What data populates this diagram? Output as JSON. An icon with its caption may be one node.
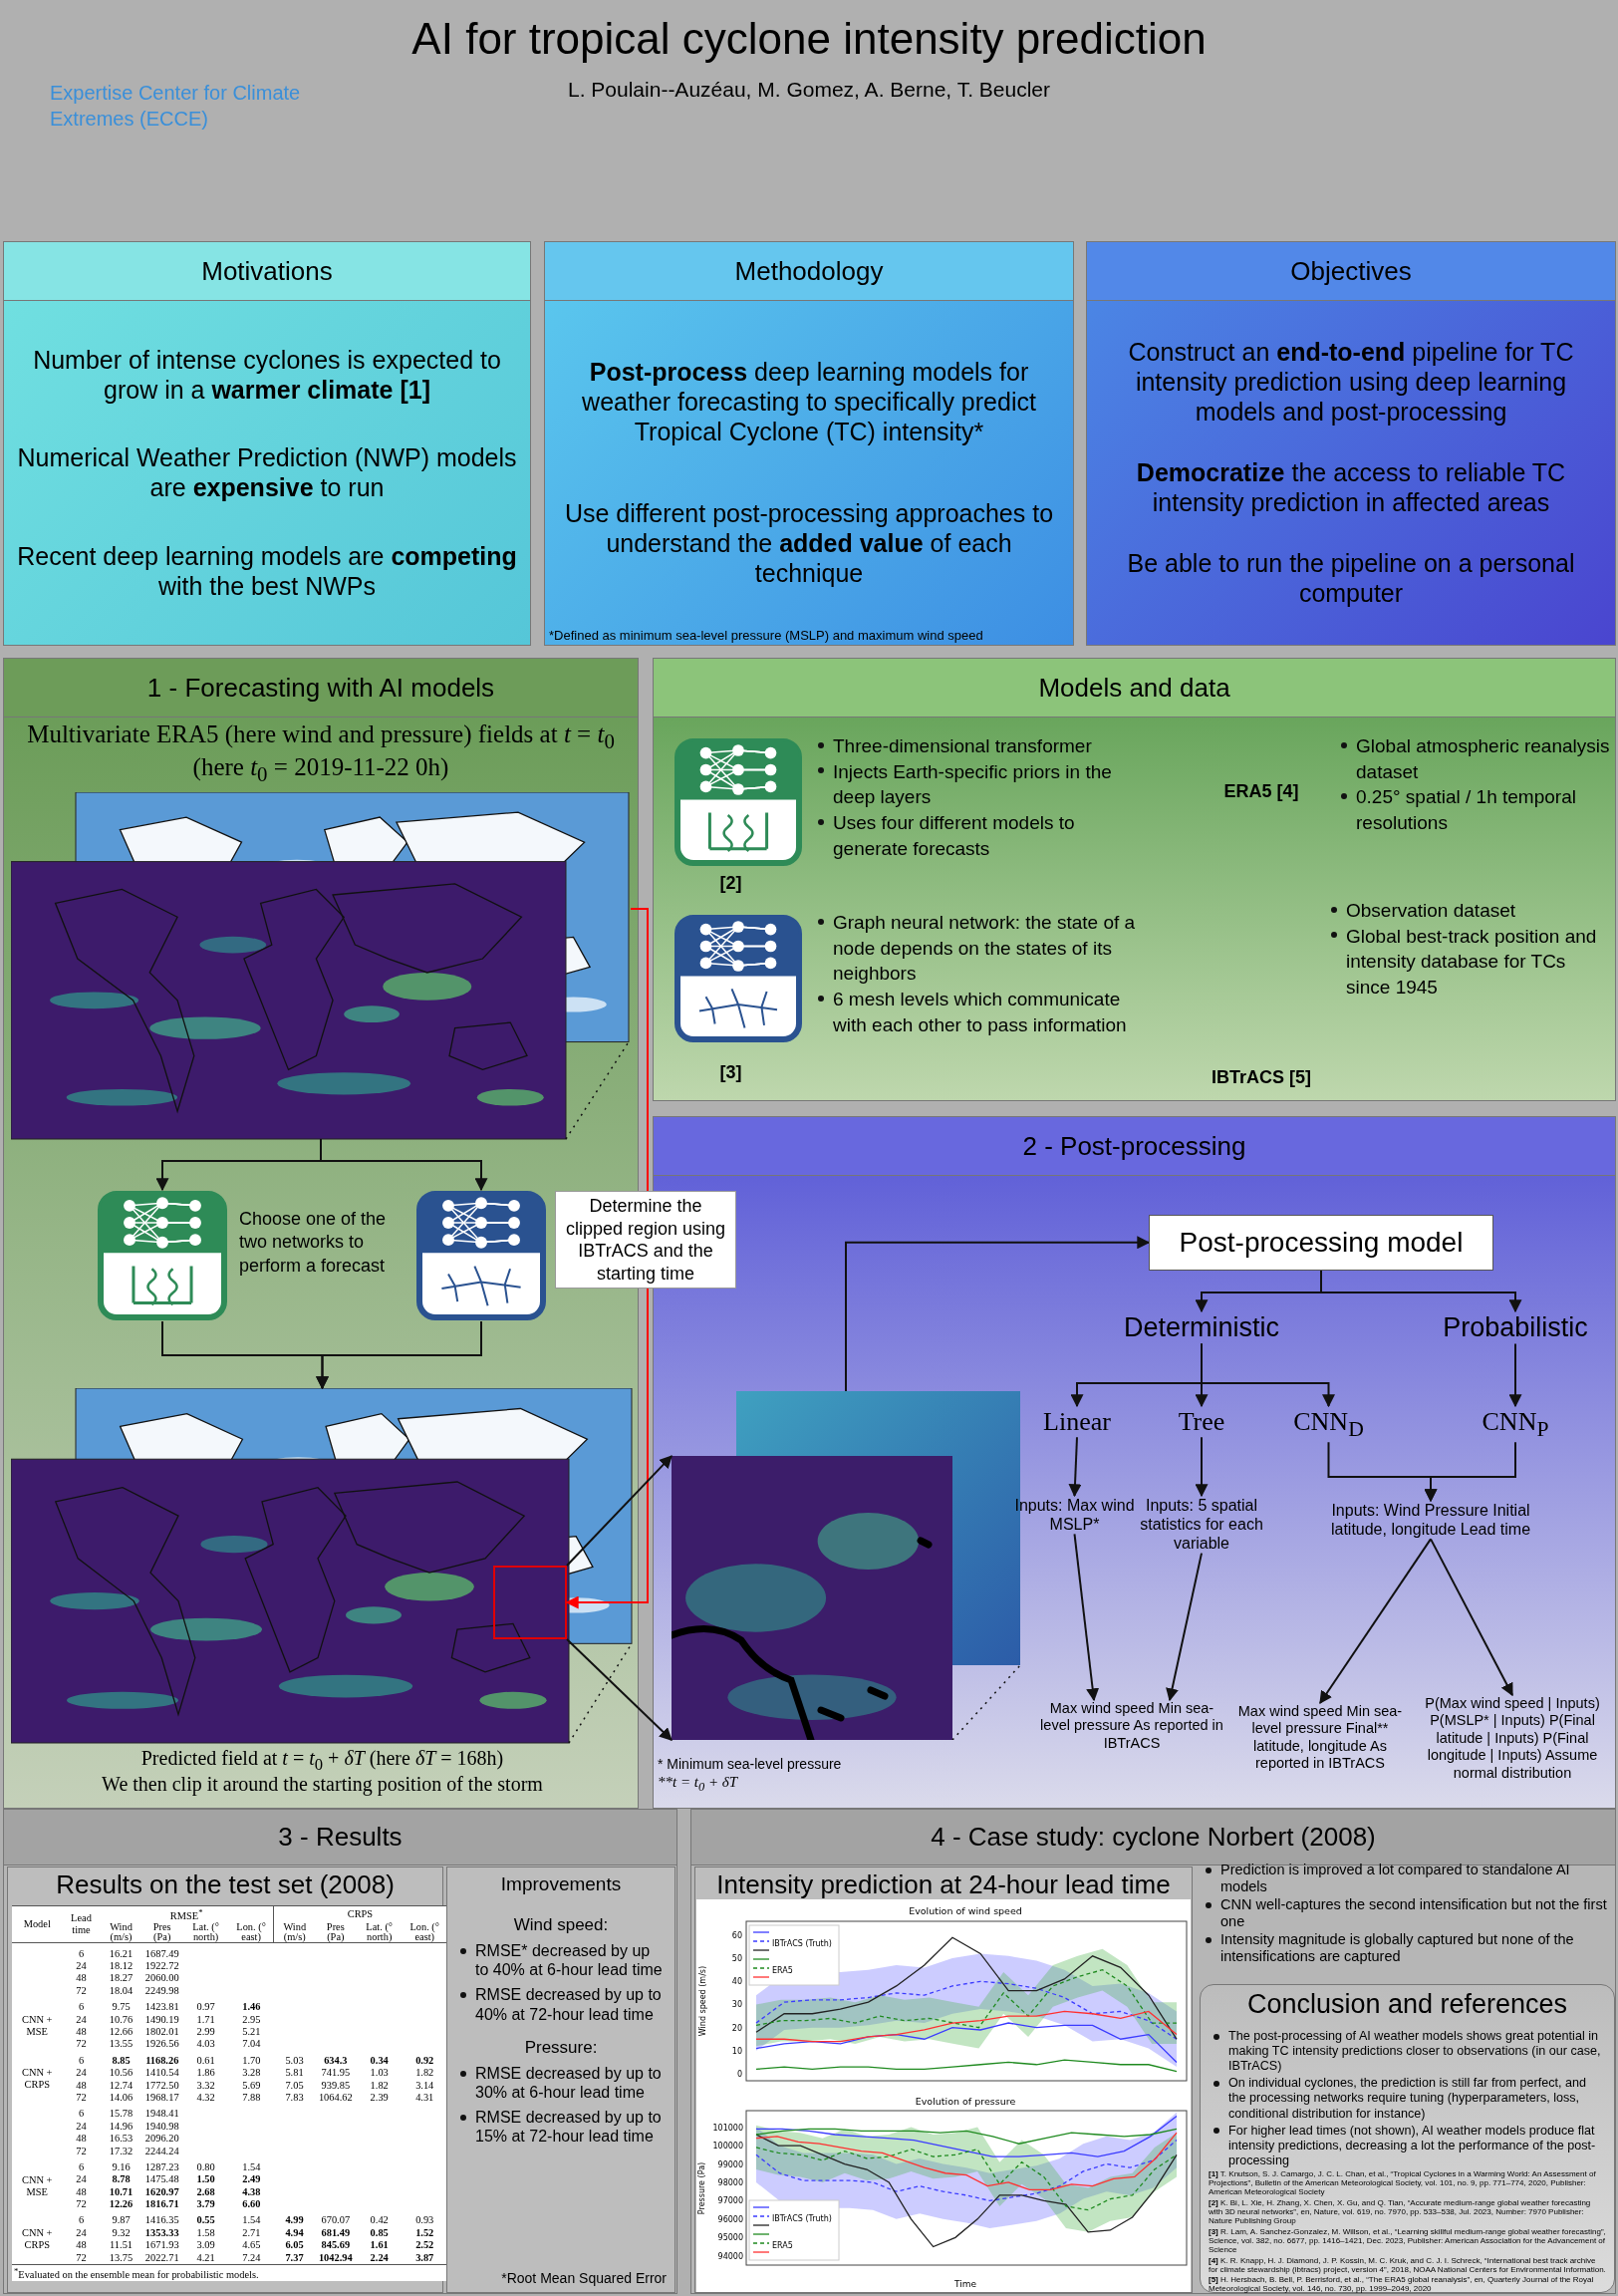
{
  "diagram": {
    "title": "AI for tropical cyclone intensity prediction",
    "nodes": [
      {
        "text": [
          "Motivations",
          "Number of intense cyclones is expected to grow in a **warmer climate [1]**",
          "Numerical Weather Prediction (NWP) models are **expensive** to run",
          "Recent deep learning models are **competing** with the best NWPs"
        ]
      },
      {
        "text": [
          "Methodology",
          "**Post-process** deep learning models for weather forecasting to specifically predict Tropical Cyclone (TC) intensity*",
          "Use different post-processing approaches to understand the **added value** of each technique",
          "*Defined as minimum sea-level pressure (MSLP) and maximum wind speed"
        ]
      },
      {
        "text": [
          "Objectives",
          "Construct an **end-to-end** pipeline for TC intensity prediction using deep learning models and post-processing",
          "**Democratize** the access to reliable TC intensity prediction in affected areas",
          "Be able to run the pipeline on a personal computer"
        ]
      },
      {
        "text": [
          "1 - Forecasting with AI models"
        ]
      },
      {
        "text": [
          "Multivariate ERA5 (here wind and pressure) fields at *t* = *t*$_{0}$ (here *t*$_{0}$ = 2019-11-22 0h)"
        ],
        "in": 3
      },
      {
        "text": [],
        "shape": "picture",
        "in": 3
      },
      {
        "text": [],
        "shape": "picture",
        "in": 3
      },
      {
        "text": [
          "Predicted field at *t* = *t*$_{0}$ + *δT* (here *δT* = 168h)",
          "We then clip it around the starting position of the storm"
        ],
        "in": 3
      },
      {
        "text": [],
        "shape": "box",
        "in": 7
      },
      {
        "text": [
          "Models and data"
        ]
      },
      {
        "text": [
          "[2]",
          "Three-dimensional transformer",
          "Injects Earth-specific priors in the deep layers",
          "Uses four different models to generate forecasts"
        ],
        "in": 9
      },
      {
        "text": [
          "[3]",
          "Graph neural network: the state of a node depends on the states of its neighbors",
          "6 mesh levels which communicate with each other to pass information"
        ],
        "in": 9
      },
      {
        "text": [
          "ERA5 [4]",
          "Global atmospheric reanalysis dataset",
          "0.25° spatial / 1h temporal resolutions"
        ],
        "in": 9
      },
      {
        "text": [
          "IBTrACS [5]",
          "Observation dataset",
          "Global best-track position and intensity database for TCs since 1945"
        ],
        "in": 9
      },
      {
        "text": [
          "2 - Post-processing"
        ]
      },
      {
        "text": [],
        "shape": "picture",
        "in": 14
      },
      {
        "text": [
          "Post-processing model"
        ],
        "in": 14
      },
      {
        "text": [
          "Deterministic"
        ],
        "in": 14
      },
      {
        "text": [
          "Probabilistic"
        ],
        "in": 14
      },
      {
        "text": [
          "Linear"
        ],
        "in": 14
      },
      {
        "text": [
          "Tree"
        ],
        "in": 14
      },
      {
        "text": [
          "CNN$_{D}$"
        ],
        "in": 14
      },
      {
        "text": [
          "CNN$_{P}$"
        ],
        "in": 14
      },
      {
        "text": [
          "Inputs: Max wind MSLP*"
        ],
        "in": 14
      },
      {
        "text": [
          "Inputs: 5 spatial statistics for each variable"
        ],
        "in": 14
      },
      {
        "text": [
          "Inputs: Wind Pressure Initial latitude, longitude Lead time"
        ],
        "in": 14
      },
      {
        "text": [
          "Max wind speed Min sea-level pressure As reported in IBTrACS"
        ],
        "in": 14
      },
      {
        "text": [
          "Max wind speed Min sea-level pressure Final** latitude, longitude As reported in IBTrACS"
        ],
        "in": 14
      },
      {
        "text": [
          "P(Max wind speed | Inputs) P(MSLP* | Inputs) P(Final latitude | Inputs) P(Final longitude | Inputs) Assume normal distribution"
        ],
        "in": 14
      },
      {
        "text": [
          "3 - Results"
        ]
      },
      {
        "text": [
          "Results on the test set (2008)"
        ],
        "in": 29
      },
      {
        "text": [
          "Improvements",
          "Wind speed:",
          "RMSE* decreased by up to 40% at 6-hour lead time",
          "RMSE decreased by up to 40% at 72-hour lead time",
          "Pressure:",
          "RMSE decreased by up to 30% at 6-hour lead time",
          "RMSE decreased by up to 15% at 72-hour lead time",
          "*Root Mean Squared Error"
        ],
        "in": 29
      },
      {
        "text": [
          "4 - Case study: cyclone Norbert (2008)"
        ]
      },
      {
        "text": [
          "Intensity prediction at 24-hour lead time"
        ],
        "in": 32
      },
      {
        "text": [
          "Conclusion and references",
          "The post-processing of AI weather models shows great potential in making TC intensity predictions closer to observations (in our case, IBTrACS)",
          "On individual cyclones, the prediction is still far from perfect, and the processing networks require tuning (hyperparameters, loss, conditional distribution for instance)",
          "For higher lead times (not shown), AI weather models produce flat intensity predictions, decreasing a lot the performance of the post-processing",
          "**[1]** T. Knutson, S. J. Camargo, J. C. L. Chan, et al., “Tropical Cyclones in a Warming World: An Assessment of Projections”, Bulletin of the American Meteorological Society, vol. 101, no. 9, pp. 771–774, 2020, Publisher: American Meteorological Society",
          "**[2]** K. Bi, L. Xie, H. Zhang, X. Chen, X. Gu, and Q. Tian, “Accurate medium-range global weather forecasting with 3D neural networks”, en, Nature, vol. 619, no. 7970, pp. 533–538, Jul. 2023, Number: 7970 Publisher: Nature Publishing Group",
          "**[3]** R. Lam, A. Sanchez-Gonzalez, M. Willson, et al., “Learning skillful medium-range global weather forecasting”, Science, vol. 382, no. 6677, pp. 1416–1421, Dec. 2023, Publisher: American Association for the Advancement of Science",
          "**[4]** K. R. Knapp, H. J. Diamond, J. P. Kossin, M. C. Kruk, and C. J. I. Schreck, “International best track archive for climate stewardship (ibtracs) project, version 4”, 2018, NOAA National Centers for Environmental Information.",
          "**[5]** H. Hersbach, B. Bell, P. Berrisford, et al., “The ERA5 global reanalysis”, en, Quarterly Journal of the Royal Meteorological Society, vol. 146, no. 730, pp. 1999–2049, 2020"
        ],
        "in": 32
      }
    ],
    "edges": [
      {
        "from": 4,
        "to": 5,
        "arrow": "to"
      },
      {
        "from": 4,
        "to": 6,
        "arrow": "to"
      },
      {
        "from": 5,
        "to": 7,
        "arrow": "to"
      },
      {
        "from": 6,
        "to": 7,
        "arrow": "to"
      },
      {
        "from": 4,
        "to": 8,
        "arrow": "to",
        "label": "Determine the clipped region using IBTrACS and the starting time",
        "color": "#ff0000"
      },
      {
        "from": 8,
        "to": 15,
        "arrow": "to"
      },
      {
        "from": 8,
        "to": 15,
        "arrow": "to"
      },
      {
        "from": 15,
        "to": 16,
        "arrow": "to"
      },
      {
        "from": 16,
        "to": 17,
        "arrow": "to"
      },
      {
        "from": 16,
        "to": 18,
        "arrow": "to"
      },
      {
        "from": 17,
        "to": 19,
        "arrow": "to"
      },
      {
        "from": 17,
        "to": 20,
        "arrow": "to"
      },
      {
        "from": 17,
        "to": 21,
        "arrow": "to"
      },
      {
        "from": 18,
        "to": 22,
        "arrow": "to"
      },
      {
        "from": 19,
        "to": 23,
        "arrow": "to"
      },
      {
        "from": 20,
        "to": 24,
        "arrow": "to"
      },
      {
        "from": 21,
        "to": 25,
        "arrow": "to"
      },
      {
        "from": 22,
        "to": 25,
        "arrow": "to"
      },
      {
        "from": 23,
        "to": 26,
        "arrow": "to"
      },
      {
        "from": 24,
        "to": 26,
        "arrow": "to"
      },
      {
        "from": 25,
        "to": 27,
        "arrow": "to"
      },
      {
        "from": 25,
        "to": 28,
        "arrow": "to"
      }
    ],
    "labels": [
      "L. Poulain--Auzéau, M. Gomez, A. Berne, T. Beucler",
      "Expertise Center for Climate Extremes (ECCE)",
      "Choose one of the two networks to perform a forecast",
      "* Minimum sea-level pressure",
      "**t = t$_{0}$ + δT",
      "Model",
      "Lead time",
      "RMSE$^{*}$",
      "CRPS",
      "Wind (m/s)",
      "Pres (Pa)",
      "Lat. (° north)",
      "Lon. (° east)",
      "Wind (m/s)",
      "Pres (Pa)",
      "Lat. (° north)",
      "Lon. (° east)",
      "6",
      "16.21",
      "1687.49",
      "24",
      "18.12",
      "1922.72",
      "48",
      "18.27",
      "2060.00",
      "72",
      "18.04",
      "2249.98",
      "CNN + MSE",
      "6",
      "9.75",
      "1423.81",
      "0.97",
      "**1.46**",
      "24",
      "10.76",
      "1490.19",
      "1.71",
      "2.95",
      "48",
      "12.66",
      "1802.01",
      "2.99",
      "5.21",
      "72",
      "13.55",
      "1926.56",
      "4.03",
      "7.04",
      "CNN + CRPS",
      "6",
      "**8.85**",
      "**1168.26**",
      "0.61",
      "1.70",
      "5.03",
      "**634.3**",
      "**0.34**",
      "**0.92**",
      "24",
      "10.56",
      "1410.54",
      "1.86",
      "3.28",
      "5.81",
      "741.95",
      "1.03",
      "1.82",
      "48",
      "12.74",
      "1772.50",
      "3.32",
      "5.69",
      "7.05",
      "939.85",
      "1.82",
      "3.14",
      "72",
      "14.06",
      "1968.17",
      "4.32",
      "7.88",
      "7.83",
      "1064.62",
      "2.39",
      "4.31",
      "6",
      "15.78",
      "1948.41",
      "24",
      "14.96",
      "1940.98",
      "48",
      "16.53",
      "2096.20",
      "72",
      "17.32",
      "2244.24",
      "CNN + MSE",
      "6",
      "9.16",
      "1287.23",
      "0.80",
      "1.54",
      "24",
      "**8.78**",
      "1475.48",
      "**1.50**",
      "**2.49**",
      "48",
      "**10.71**",
      "**1620.97**",
      "**2.68**",
      "**4.38**",
      "72",
      "**12.26**",
      "**1816.71**",
      "**3.79**",
      "**6.60**",
      "CNN + CRPS",
      "6",
      "9.87",
      "1416.35",
      "**0.55**",
      "1.54",
      "**4.99**",
      "670.07",
      "0.42",
      "0.93",
      "24",
      "9.32",
      "**1353.33**",
      "1.58",
      "2.71",
      "**4.94**",
      "**681.49**",
      "**0.85**",
      "**1.52**",
      "48",
      "11.51",
      "1671.93",
      "3.09",
      "4.65",
      "**6.05**",
      "**845.69**",
      "**1.61**",
      "**2.52**",
      "72",
      "13.75",
      "2022.71",
      "4.21",
      "7.24",
      "**7.37**",
      "**1042.94**",
      "**2.24**",
      "**3.87**",
      "$^{*}$Evaluated on the ensemble mean for probabilistic models.",
      "Evolution of wind speed",
      "Wind speed (m/s)",
      "0",
      "10",
      "20",
      "30",
      "40",
      "50",
      "60",
      "Evolution of pressure",
      "Pressure (Pa)",
      "94000",
      "95000",
      "96000",
      "97000",
      "98000",
      "99000",
      "100000",
      "101000",
      "Time",
      "Prediction is improved a lot compared to standalone AI models",
      "CNN well-captures the second intensification but not the first one",
      "Intensity magnitude is globally captured but none of the intensifications are captured"
    ],
    "legend": [
      {
        "text": "IBTrACS (Truth)"
      },
      {
        "text": "ERA5"
      },
      {
        "text": "IBTrACS (Truth)"
      },
      {
        "text": "ERA5"
      }
    ]
  }
}
